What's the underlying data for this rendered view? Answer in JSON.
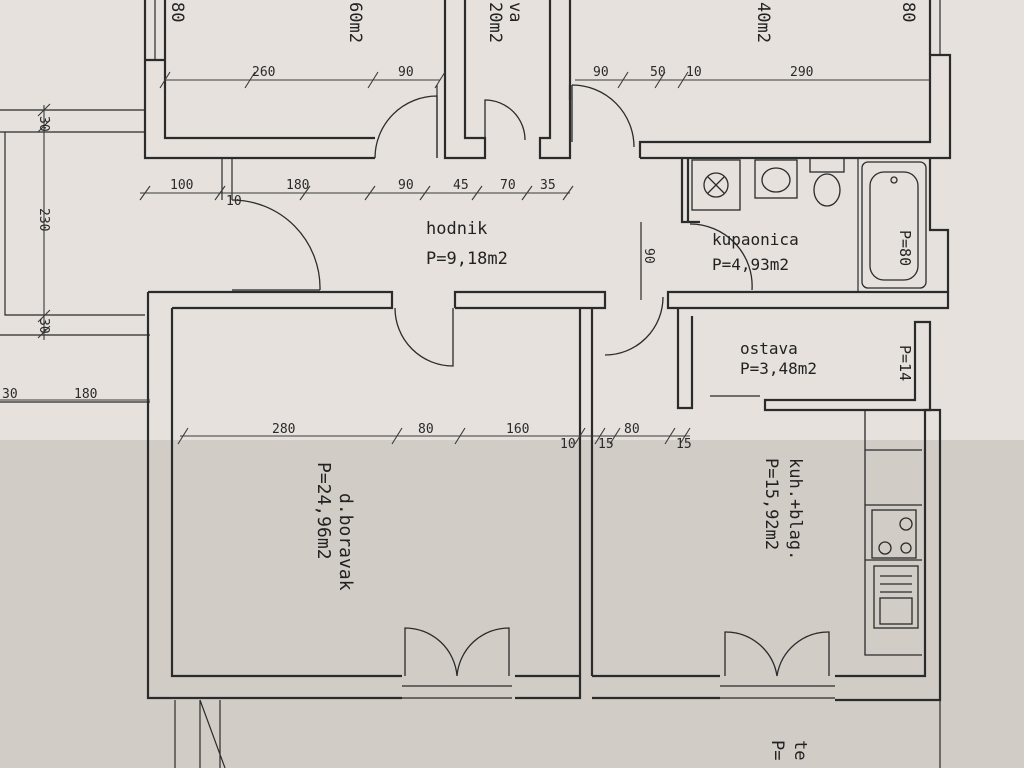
{
  "rooms": {
    "hallway": {
      "name": "hodnik",
      "area": "P=9,18m2"
    },
    "bathroom": {
      "name": "kupaonica",
      "area": "P=4,93m2",
      "height": "P=80"
    },
    "storage": {
      "name": "ostava",
      "area": "P=3,48m2",
      "height": "P=14"
    },
    "living": {
      "name": "d.boravak",
      "area": "P=24,96m2"
    },
    "kitchen": {
      "name": "kuh.+blag.",
      "area": "P=15,92m2"
    },
    "terrace": {
      "name": "te",
      "area": "P="
    },
    "top_left": {
      "area": "60m2",
      "height": "80"
    },
    "top_mid": {
      "name": "va",
      "area": "20m2"
    },
    "top_right": {
      "area": "40m2",
      "height": "80"
    }
  },
  "dimensions": {
    "top_left": [
      "260",
      "90"
    ],
    "top_right": [
      "90",
      "50",
      "10",
      "290"
    ],
    "hallway_row": [
      "100",
      "10",
      "180",
      "90",
      "45",
      "70",
      "35"
    ],
    "left_side": [
      "30",
      "230",
      "30"
    ],
    "left_bottom": [
      "30",
      "180"
    ],
    "door_width": "90",
    "main_row": [
      "280",
      "80",
      "160",
      "10",
      "15",
      "80",
      "15"
    ]
  }
}
